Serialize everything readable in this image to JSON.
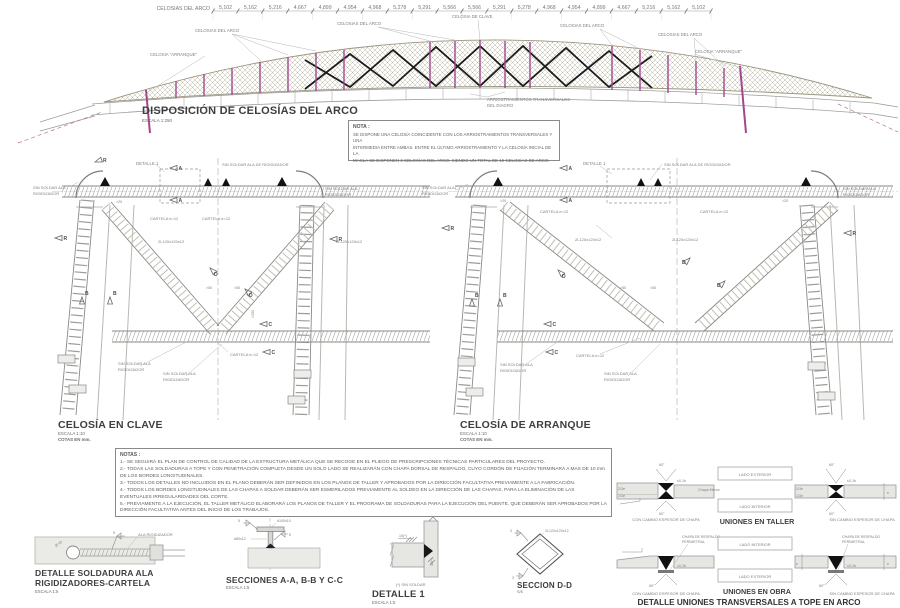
{
  "top": {
    "title": "DISPOSICIÓN DE CELOSÍAS DEL ARCO",
    "scale": "ESCALA 1:250",
    "axis_label": "CELOSIAS DEL ARCO",
    "dims": [
      "5,102",
      "5,162",
      "5,216",
      "4,667",
      "4,899",
      "4,954",
      "4,968",
      "5,278",
      "5,291",
      "5,566",
      "5,566",
      "5,291",
      "5,278",
      "4,968",
      "4,954",
      "4,899",
      "4,667",
      "5,216",
      "5,162",
      "5,102"
    ],
    "label_celosias": "CELOSIAS DEL ARCO",
    "label_clave": "CELOSIA DE CLAVE",
    "label_arranque": "CELOSIA \"ARRANQUE\"",
    "label_arr1": "ARRIOSTRAMIENTOS TRANSVERSALES",
    "label_arr2": "DEL DIAGRO",
    "nota_heading": "NOTA :",
    "nota_l1": "SE DISPONE UNA CELOSÍA COINCIDENTE CON LOS ARRIOSTRAMIENTOS TRANSVERSALES Y UNA",
    "nota_l2": "INTERMEDIA ENTRE AMBAS. ENTRE EL ÚLTIMO ARRIOSTRAMIENTO Y LA CELOSÍA INICIAL DE LA",
    "nota_l3": "MACLA SE DISPONEN 2 CELOSÍAS DEL ARCO. SIENDO UN TOTAL DE 19 CELOSÍAS DE ARCO."
  },
  "det": {
    "clave_title": "CELOSÍA EN CLAVE",
    "arranque_title": "CELOSÍA DE ARRANQUE",
    "escala110": "ESCALA 1:10",
    "cotas": "COTAS EN mm.",
    "detalle1": "DETALLE 1",
    "sinde": "SIN SOLDAR ALA DE RIGIDIZADOR",
    "sin1": "SIN SOLDAR ALA",
    "sin2": "RIGIDIZADOR",
    "cartela": "CARTELA  e=12",
    "angular": "2L120x120x12",
    "d20": ">20",
    "d50": ">50",
    "d250": ">250",
    "mA": "A",
    "mB": "B",
    "mC": "C",
    "mD": "D",
    "mR": "R"
  },
  "notas": {
    "heading": "NOTAS :",
    "items": [
      "1.- SE SEGUIRÁ EL PLAN DE CONTROL DE CALIDAD DE LA ESTRUCTURA METÁLICA QUE SE RECOGE EN EL PLIEGO DE PRESCRIPCIONES TÉCNICAS PARTICULARES DEL PROYECTO.",
      "2.- TODAS LAS SOLDADURAS A TOPE Y CON PENETRACIÓN COMPLETA DESDE UN SOLO LADO SE REALIZARÁN CON CHAPA DORSAL DE RESPALDO, CUYO CORDÓN DE FIJACIÓN TERMINARÁ A MAS DE 10 mm DE LOS BORDES LONGITUDINALES.",
      "3.- TODOS LOS DETALLES NO INCLUIDOS EN EL PLANO DEBERÁN SER DEFINIDOS EN LOS PLANOS DE TALLER Y APROBADOS POR LA DIRECCIÓN FACULTATIVA PREVIAMENTE A LA FABRICACIÓN.",
      "4.- TODOS LOS BORDES LONGITUDINALES DE LAS CHAPAS A SOLDAR DEBERÁN SER ESMERILADOS PREVIAMENTE AL SOLDEO EN LA DIRECCIÓN DE LAS CHAPAS, PARA LA ELIMINACIÓN DE LAS EVENTUALES IRREGULARIDADES DEL CORTE.",
      "5.- PREVIAMENTE A LA EJECUCIÓN, EL TALLER METÁLICO ELABORARÁ LOS PLANOS DE TALLER Y EL PROGRAMA DE SOLDADURAS PARA LA EJECUCIÓN DEL PUENTE, QUE DEBERÁN SER APROBADOS POR LA DIRECCIÓN FACULTATIVA ANTES DEL INICIO DE LOS TRABAJOS."
    ]
  },
  "sold": {
    "t1": "DETALLE SOLDADURA ALA",
    "t2": "RIGIDIZADORES-CARTELA",
    "esc": "ESCALA 1:5",
    "ala": "ALA RIGIDIZADOR",
    "diam": "Ø 40",
    "w5": "5"
  },
  "secc": {
    "title": "SECCIONES A-A, B-B Y C-C",
    "esc": "ESCALA 1:5",
    "flange": "#100x10",
    "web": "#80x12",
    "w5": "5"
  },
  "det1": {
    "title": "DETALLE 1",
    "esc": "ESCALA 1:5",
    "dim10": "10(*)",
    "foot": "(*) SIN SOLDAR"
  },
  "dd": {
    "title": "SECCION D-D",
    "se": "S/E",
    "ang": "2L120x120x12",
    "w3": "3"
  },
  "uni": {
    "taller": "UNIONES EN TALLER",
    "obra": "UNIONES EN OBRA",
    "main": "DETALLE UNIONES TRANSVERSALES A TOPE EN ARCO",
    "con": "CON CAMBIO ESPESOR DE CHAPA",
    "sin": "SIN CAMBIO ESPESOR DE CHAPA",
    "lext": "LADO EXTERIOR",
    "lint": "LADO INTERIOR",
    "chmenor": "Chapa  Menor",
    "chresp1": "CHAPA DE RESPALDO",
    "chresp2": "PERIMETRAL",
    "a60": "60°",
    "e23": "2/3e",
    "e13": "1/3e",
    "lim": "≤0,1b",
    "e": "e",
    "b": "b"
  },
  "colors": {
    "magenta": "#a1478e",
    "hatch": "#b3ae95",
    "line": "#8a8a8a",
    "dark": "#3e3e3e"
  }
}
